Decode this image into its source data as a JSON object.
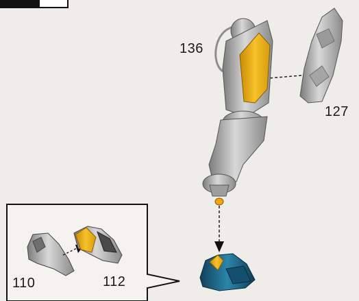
{
  "callouts": {
    "top_right_part": "127",
    "arm_part": "136",
    "inset_left_part": "110",
    "inset_right_part": "112"
  },
  "colors": {
    "background": "#eeede9",
    "silver": "#b9b9b9",
    "yellow": "#f2b31a",
    "teal": "#1f6f8f",
    "black": "#111111"
  },
  "icons": {
    "corner_badge": "step-header-badge",
    "assembly": "mech-arm-assembly",
    "arrows": "dashed-assembly-arrow"
  }
}
